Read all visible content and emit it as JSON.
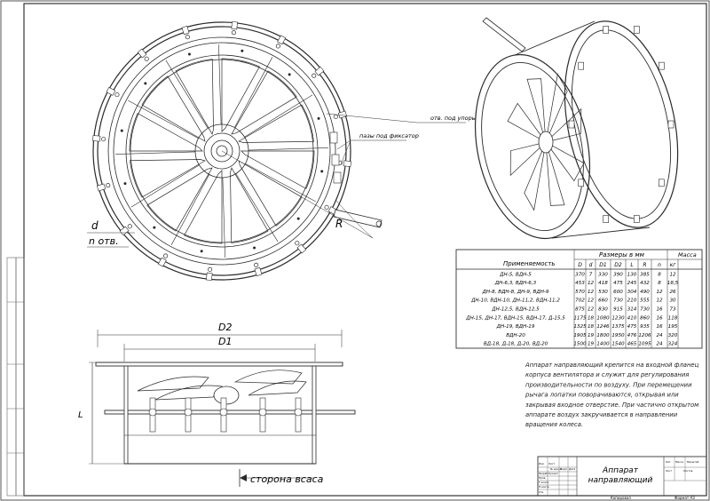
{
  "labels": {
    "d": "d",
    "n_otv": "n отв.",
    "R": "R",
    "otv_pod_upory": "отв. под упоры",
    "pazy_pod_fiksator": "пазы под фиксатор",
    "D2": "D2",
    "D1": "D1",
    "L": "L",
    "storona_vsasa": "сторона всаса"
  },
  "table": {
    "header_primen": "Применяемость",
    "header_sizes": "Размеры в мм",
    "header_mass": "Масса",
    "cols": [
      "D",
      "d",
      "D1",
      "D2",
      "L",
      "R",
      "n",
      "кг"
    ],
    "rows": [
      [
        "ДН-5, ВДН-5",
        "370",
        "7",
        "330",
        "390",
        "130",
        "385",
        "8",
        "12"
      ],
      [
        "ДН-6,3, ВДН-6,3",
        "453",
        "12",
        "418",
        "475",
        "245",
        "432",
        "8",
        "18,5"
      ],
      [
        "ДН-8, ВДН-8, ДН-9, ВДН-9",
        "570",
        "12",
        "530",
        "600",
        "304",
        "490",
        "12",
        "26"
      ],
      [
        "ДН-10, ВДН-10, ДН-11,2, ВДН-11,2",
        "702",
        "12",
        "660",
        "730",
        "210",
        "555",
        "12",
        "30"
      ],
      [
        "ДН-12,5, ВДН-12,5",
        "875",
        "12",
        "830",
        "915",
        "314",
        "730",
        "16",
        "73"
      ],
      [
        "ДН-15, ДН-17, ВДН-15, ВДН-17, Д-15,5",
        "1175",
        "18",
        "1080",
        "1230",
        "410",
        "860",
        "16",
        "118"
      ],
      [
        "ДН-19, ВДН-19",
        "1325",
        "18",
        "1246",
        "1375",
        "475",
        "935",
        "16",
        "195"
      ],
      [
        "ВДН-20",
        "1905",
        "19",
        "1800",
        "1950",
        "476",
        "1206",
        "24",
        "320"
      ],
      [
        "ВД-18, Д-18, Д-20, ВД-20",
        "1500",
        "19",
        "1400",
        "1540",
        "465",
        "1095",
        "24",
        "324"
      ]
    ]
  },
  "note": [
    "Аппарат направляющий крепится на входной фланец",
    "корпуса вентилятора и служит для регулирования",
    "производительности по воздуху. При перемещении",
    "рычага лопатки поворачиваются, открывая или",
    "закрывая входное отверстие. При частично открытом",
    "аппарате воздух закручивается в направлении",
    "вращения колеса."
  ],
  "title_block": {
    "name_line1": "Аппарат",
    "name_line2": "направляющий",
    "small_labels": [
      "Изм",
      "Лист",
      "№ докум.",
      "Подп.",
      "Дата",
      "Разраб.",
      "Пров.",
      "Т.контр.",
      "Н.контр.",
      "Утв.",
      "Кучерп",
      "Лит.",
      "Масса",
      "Масштаб",
      "Лист",
      "Листов"
    ],
    "footer_left": "Копировал",
    "footer_right": "Формат  А3"
  }
}
